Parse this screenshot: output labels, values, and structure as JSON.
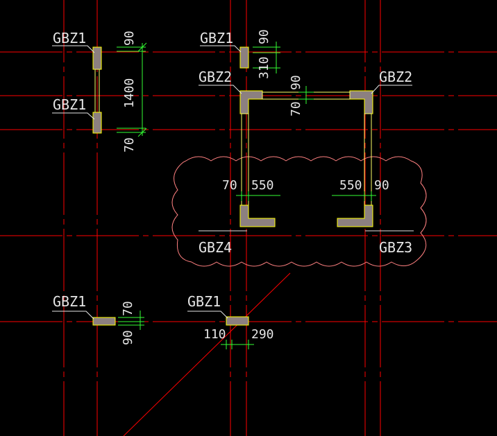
{
  "labels": {
    "l1": "GBZ1",
    "l2": "GBZ1",
    "l3": "GBZ1",
    "l4": "GBZ2",
    "l5": "GBZ2",
    "l6": "GBZ4",
    "l7": "GBZ3",
    "l8": "GBZ1",
    "l9": "GBZ1"
  },
  "dims": {
    "d_90_a": "90",
    "d_1400": "1400",
    "d_70_a": "70",
    "d_90_b": "90",
    "d_310": "310",
    "d_90_c": "90",
    "d_70_b": "70",
    "d_70_c": "70",
    "d_550_a": "550",
    "d_550_b": "550",
    "d_90_d": "90",
    "d_70_d": "70",
    "d_90_e": "90",
    "d_110": "110",
    "d_290": "290"
  },
  "colors": {
    "background": "#000000",
    "axis": "#ff0000",
    "wall_fill": "#8c8080",
    "wall_edge": "#ffff00",
    "dimension": "#33ff33",
    "revision_cloud": "#ff8080",
    "text": "#e6e6e6"
  }
}
